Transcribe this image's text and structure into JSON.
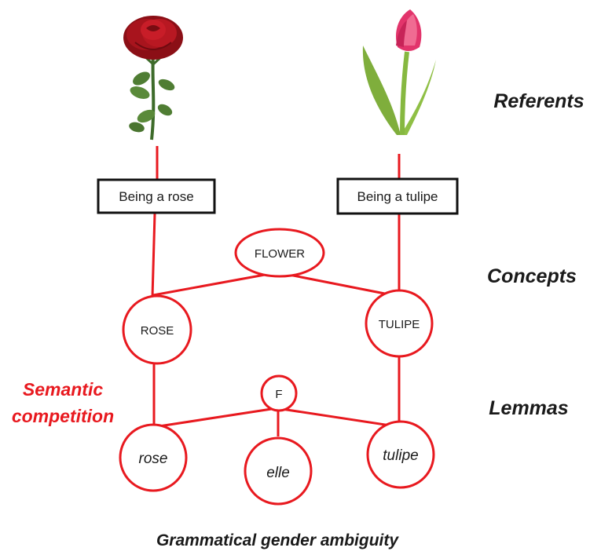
{
  "colors": {
    "accent": "#e8191f",
    "text": "#1a1a1a",
    "frame": "#111111"
  },
  "images": {
    "rose": "rose flower illustration",
    "tulip": "pink tulip illustration"
  },
  "levels": {
    "referents": "Referents",
    "concepts": "Concepts",
    "lemmas": "Lemmas"
  },
  "boxes": {
    "rose": "Being a rose",
    "tulip": "Being a tulipe"
  },
  "nodes": {
    "flower": "FLOWER",
    "rose": "ROSE",
    "tulipe": "TULIPE",
    "feminine": "F",
    "rose_lemma": "rose",
    "elle_lemma": "elle",
    "tulipe_lemma": "tulipe"
  },
  "annotations": {
    "semantic_line1": "Semantic",
    "semantic_line2": "competition"
  },
  "caption": "Grammatical gender ambiguity"
}
